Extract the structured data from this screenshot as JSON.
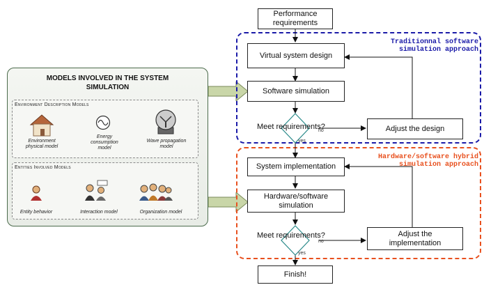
{
  "models_panel": {
    "title_line1": "MODELS INVOLVED IN THE SYSTEM",
    "title_line2": "SIMULATION",
    "env_section": {
      "title": "Environment Description Models",
      "items": [
        {
          "label_line1": "Environment",
          "label_line2": "physical model",
          "label_line3": "",
          "icon": "house-icon"
        },
        {
          "label_line1": "Energy",
          "label_line2": "consumption",
          "label_line3": "model",
          "icon": "sine-wave-icon"
        },
        {
          "label_line1": "Wave propagation",
          "label_line2": "model",
          "label_line3": "",
          "icon": "antenna-icon"
        }
      ]
    },
    "entities_section": {
      "title": "Entities Involved Models",
      "items": [
        {
          "label": "Entity behavior",
          "icon": "person-icon"
        },
        {
          "label": "Interaction model",
          "icon": "people-talking-icon"
        },
        {
          "label": "Organization model",
          "icon": "group-icon"
        }
      ]
    }
  },
  "flowchart": {
    "performance_requirements": {
      "line1": "Performance",
      "line2": "requirements"
    },
    "virtual_system_design": "Virtual system design",
    "software_simulation": "Software simulation",
    "meet_requirements_1": "Meet requirements?",
    "adjust_design": "Adjust the design",
    "system_implementation": "System implementation",
    "hw_sw_simulation": {
      "line1": "Hardware/software",
      "line2": "simulation"
    },
    "meet_requirements_2": "Meet requirements?",
    "adjust_implementation": {
      "line1": "Adjust the",
      "line2": "implementation"
    },
    "finish": "Finish!",
    "no_label": "no",
    "yes_label": "yes"
  },
  "regions": {
    "traditional": {
      "line1": "Traditionnal software",
      "line2": "simulation approach",
      "color": "#1a1aa8"
    },
    "hybrid": {
      "line1": "Hardware/software hybrid",
      "line2": "simulation approach",
      "color": "#e8501e"
    }
  },
  "colors": {
    "arrow_fill": "#c9d6a8",
    "panel_border": "#4a6a4a"
  }
}
